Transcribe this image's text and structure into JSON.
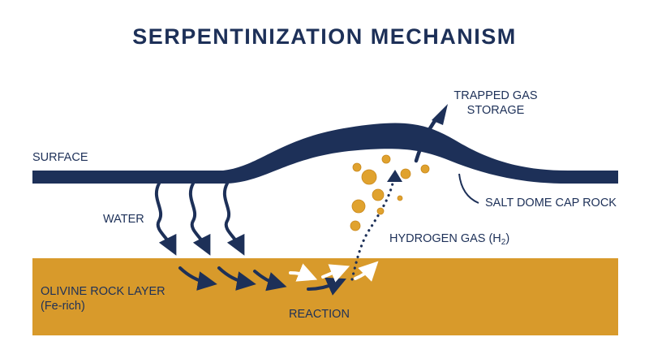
{
  "title": "SERPENTINIZATION MECHANISM",
  "labels": {
    "surface": "SURFACE",
    "water": "WATER",
    "rock_line1": "OLIVINE ROCK LAYER",
    "rock_line2": "(Fe-rich)",
    "reaction": "REACTION",
    "hydrogen_prefix": "HYDROGEN GAS (H",
    "hydrogen_sub": "2",
    "hydrogen_suffix": ")",
    "trapped_line1": "TRAPPED GAS",
    "trapped_line2": "STORAGE",
    "salt_dome": "SALT DOME CAP ROCK"
  },
  "colors": {
    "navy": "#1d3058",
    "rock": "#d89a2b",
    "bubble": "#e0a22e",
    "background": "#ffffff"
  },
  "icons": [
    "water-flow-arrow-icon",
    "reaction-arrow-icon",
    "gas-bubble-icon",
    "up-arrow-icon"
  ]
}
